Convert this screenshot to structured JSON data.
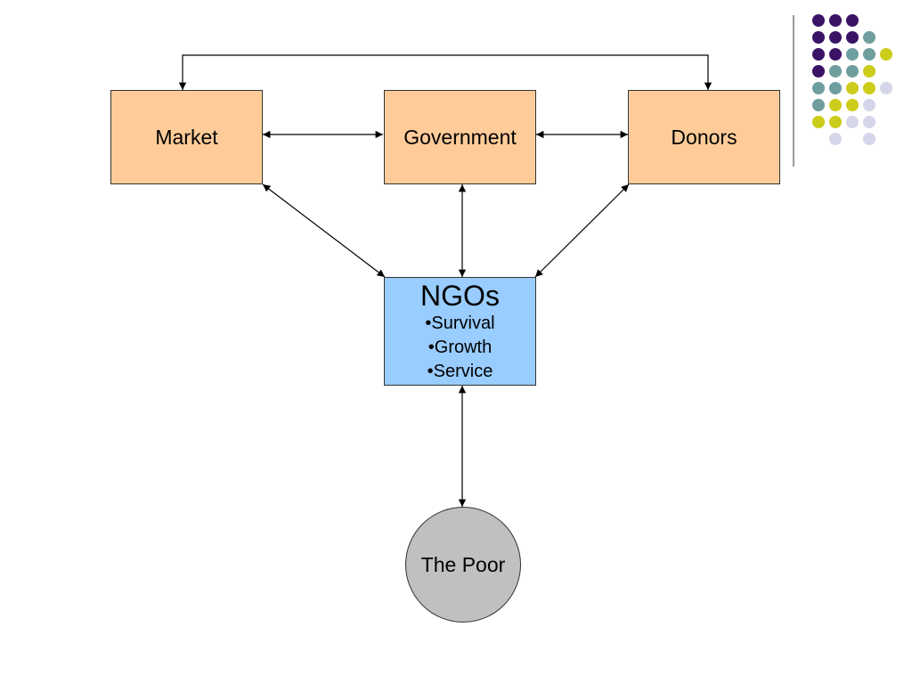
{
  "nodes": {
    "market": "Market",
    "government": "Government",
    "donors": "Donors",
    "ngos": {
      "title": "NGOs",
      "items": [
        "•Survival",
        "•Growth",
        "•Service"
      ]
    },
    "poor": "The Poor"
  },
  "colors": {
    "entity_fill": "#ffcc99",
    "ngo_fill": "#99ccff",
    "poor_fill": "#c0c0c0",
    "dot_purple": "#3b1366",
    "dot_teal": "#6f9e9e",
    "dot_yellow": "#cccc1a",
    "dot_lavender": "#d6d6ea"
  },
  "edges": [
    {
      "from": "market",
      "to": "donors",
      "direction": "both"
    },
    {
      "from": "market",
      "to": "government",
      "direction": "both"
    },
    {
      "from": "government",
      "to": "donors",
      "direction": "both"
    },
    {
      "from": "market",
      "to": "ngos",
      "direction": "both"
    },
    {
      "from": "government",
      "to": "ngos",
      "direction": "both"
    },
    {
      "from": "donors",
      "to": "ngos",
      "direction": "both"
    },
    {
      "from": "ngos",
      "to": "poor",
      "direction": "both"
    }
  ],
  "decoration": {
    "dot_grid": [
      [
        "purple",
        "purple",
        "purple",
        null,
        null
      ],
      [
        "purple",
        "purple",
        "purple",
        "teal",
        null
      ],
      [
        "purple",
        "purple",
        "teal",
        "teal",
        "yellow"
      ],
      [
        "purple",
        "teal",
        "teal",
        "yellow",
        null
      ],
      [
        "teal",
        "teal",
        "yellow",
        "yellow",
        "lavender"
      ],
      [
        "teal",
        "yellow",
        "yellow",
        "lavender",
        null
      ],
      [
        "yellow",
        "yellow",
        "lavender",
        "lavender",
        null
      ],
      [
        null,
        "lavender",
        null,
        "lavender",
        null
      ]
    ]
  }
}
